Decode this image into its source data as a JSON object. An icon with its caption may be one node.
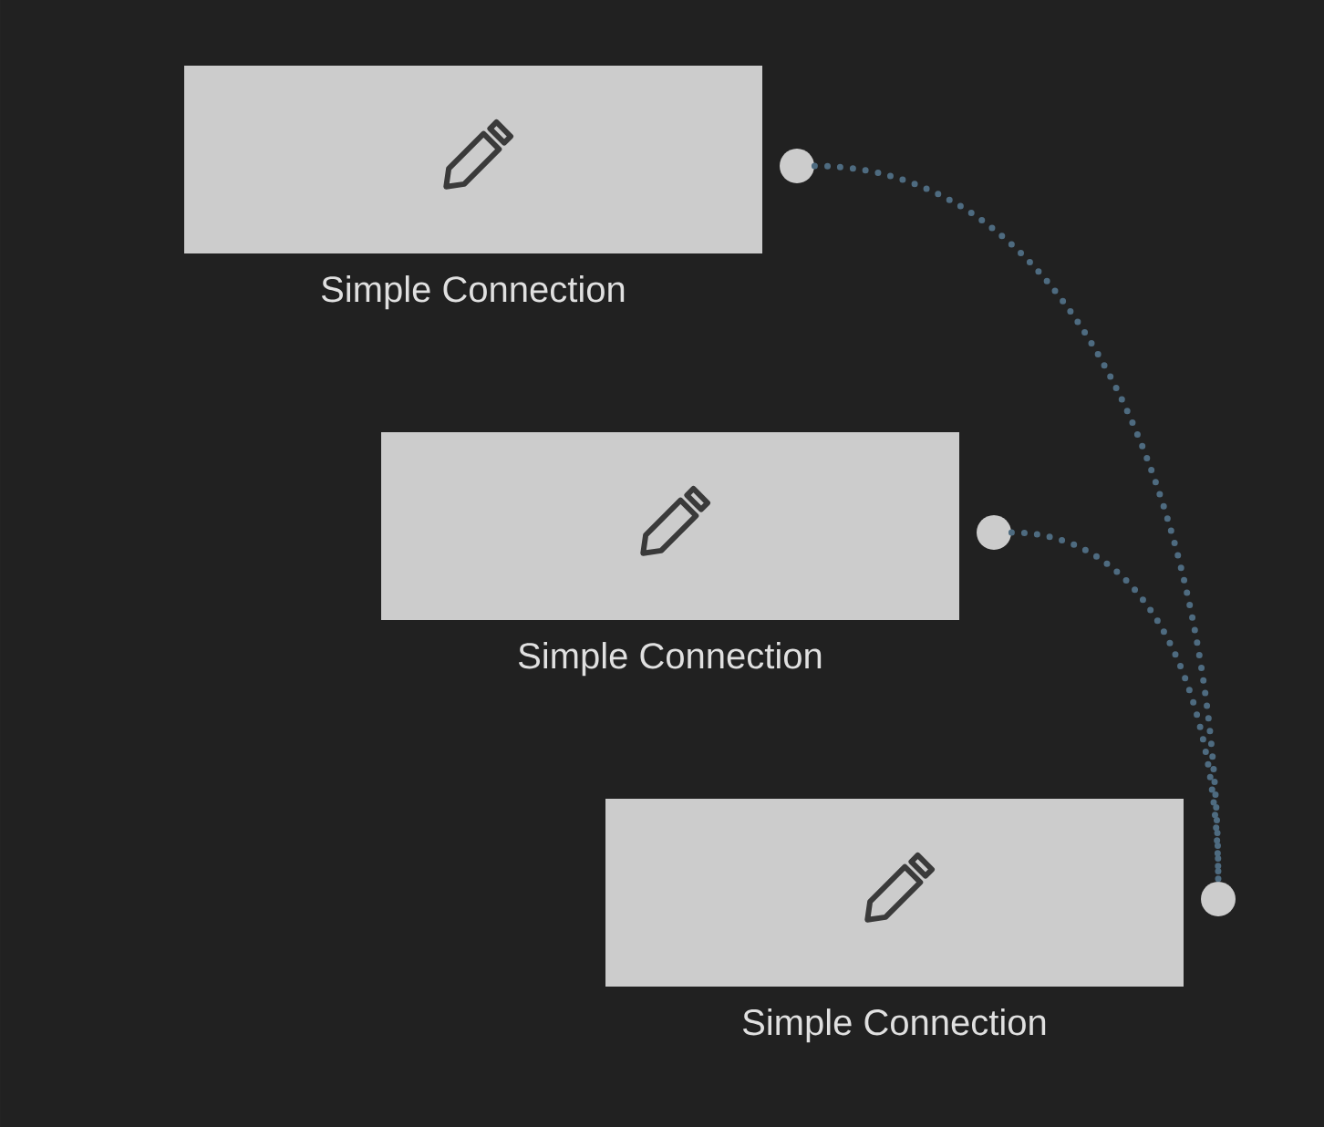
{
  "diagram": {
    "nodes": [
      {
        "text": [],
        "shape": "box",
        "beside": [
          "Simple Connection"
        ]
      },
      {
        "text": [],
        "shape": "circle"
      },
      {
        "text": [],
        "shape": "box",
        "beside": [
          "Simple Connection"
        ]
      },
      {
        "text": [],
        "shape": "circle"
      },
      {
        "text": [],
        "shape": "box",
        "beside": [
          "Simple Connection"
        ]
      },
      {
        "text": [],
        "shape": "circle"
      }
    ],
    "edges": [
      {
        "from": 1,
        "to": 5,
        "arrow": "none",
        "style": "dashed"
      },
      {
        "from": 3,
        "to": 5,
        "arrow": "none",
        "style": "dashed"
      }
    ]
  }
}
